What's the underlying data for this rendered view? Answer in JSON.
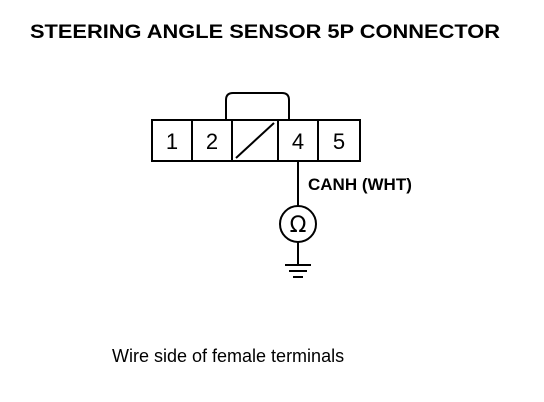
{
  "title": "STEERING ANGLE SENSOR 5P CONNECTOR",
  "connector": {
    "pins": [
      "1",
      "2",
      "",
      "4",
      "5"
    ],
    "blank_pin_index": 2
  },
  "wire": {
    "label": "CANH (WHT)"
  },
  "meter": {
    "symbol": "Ω",
    "icon": "ohmmeter-icon"
  },
  "ground": {
    "icon": "ground-icon"
  },
  "caption": "Wire side of female terminals",
  "colors": {
    "ink": "#000000",
    "background": "#ffffff"
  }
}
